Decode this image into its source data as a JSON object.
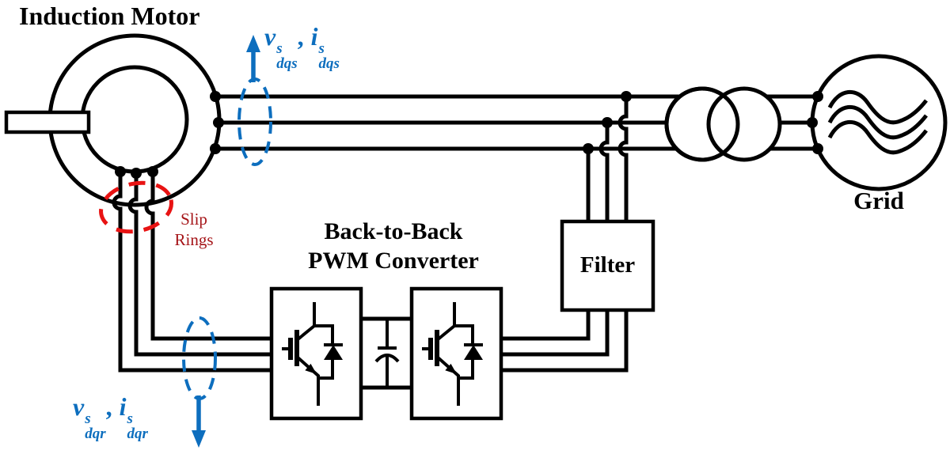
{
  "colors": {
    "blue": "#0d6ebe",
    "red": "#e81313",
    "red_text": "#a51418",
    "black": "#000000",
    "background": "#ffffff"
  },
  "labels": {
    "induction_motor": "Induction Motor",
    "converter_line1": "Back-to-Back",
    "converter_line2": "PWM Converter",
    "filter": "Filter",
    "grid": "Grid",
    "slip_rings_line1": "Slip",
    "slip_rings_line2": "Rings"
  },
  "stator_probe": {
    "var1": "v",
    "var1_sup": "s",
    "var1_sub": "dqs",
    "separator": ",",
    "var2": "i",
    "var2_sup": "s",
    "var2_sub": "dqs"
  },
  "rotor_probe": {
    "var1": "v",
    "var1_sup": "s",
    "var1_sub": "dqr",
    "separator": ",",
    "var2": "i",
    "var2_sup": "s",
    "var2_sub": "dqr"
  }
}
